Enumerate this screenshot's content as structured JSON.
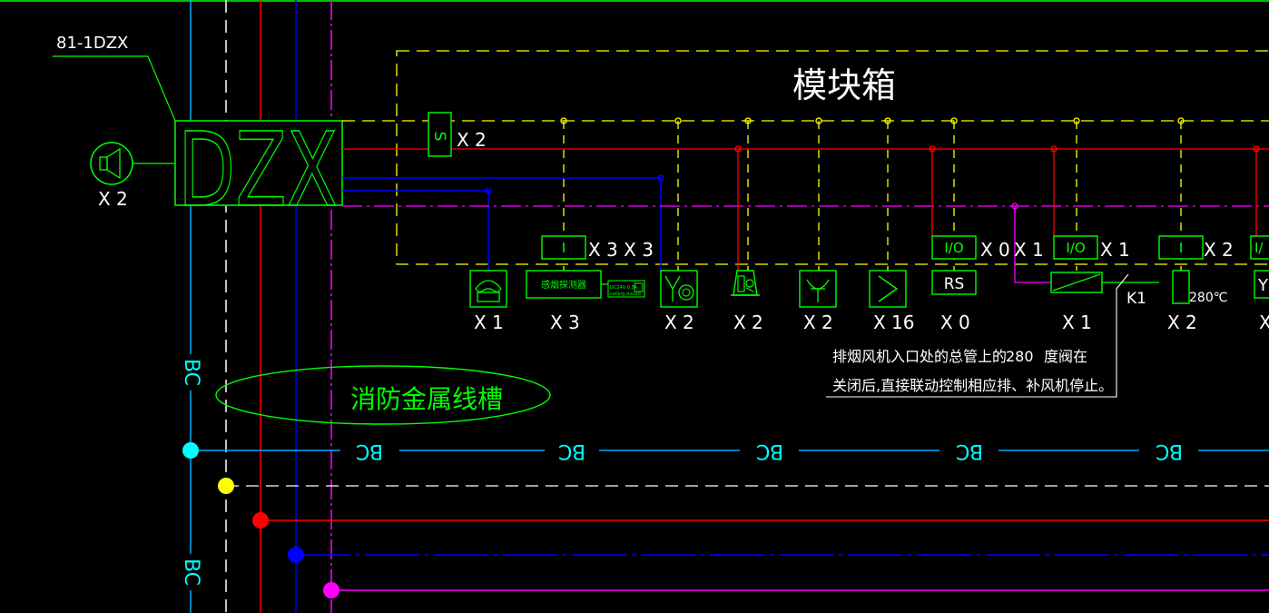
{
  "colors": {
    "background": "#000000",
    "green": "#00ff00",
    "yellow": "#ffff00",
    "red": "#ff0000",
    "blue": "#0000ff",
    "magenta": "#ff00ff",
    "cyan": "#00ffff",
    "white": "#ffffff"
  },
  "panel": {
    "tag": "81-1DZX",
    "big_label": "DZX"
  },
  "speaker": {
    "icon": "speaker-icon",
    "count": "X 2"
  },
  "module_box": {
    "title": "模块箱"
  },
  "s_module": {
    "symbol": "S",
    "count": "X 2"
  },
  "modules": [
    {
      "text": "I",
      "count": "X 3 X 3"
    },
    {
      "text": "I/O",
      "count": "X 0"
    },
    {
      "text": "I/O",
      "count": "X 1"
    },
    {
      "text": "I",
      "count": "X 2"
    },
    {
      "text": "I/"
    }
  ],
  "x1_middle": "X 1",
  "rs": "RS",
  "devices": [
    {
      "icon": "telephone-jack-icon",
      "count": "X 1"
    },
    {
      "icon": "smoke-detector-icon",
      "label": "感烟探测器",
      "small_line1": "DC24V 0.5A",
      "small_line2": "ceiling mount",
      "count": "X 3"
    },
    {
      "icon": "handheld-alarm-button-icon",
      "count": "X 2"
    },
    {
      "icon": "fire-hydrant-button-icon",
      "count": "X 2"
    },
    {
      "icon": "sprinkler-flow-switch-icon",
      "count": "X 2"
    },
    {
      "icon": "sound-light-alarm-icon",
      "count": "X 16"
    },
    {
      "icon": "rs-module-icon",
      "count": "X 0"
    },
    {
      "icon": "motorized-valve-icon",
      "count": "X 1"
    },
    {
      "icon": "fire-damper-icon",
      "count": "X 2"
    },
    {
      "icon": "y-terminal-icon",
      "symbol": "Y",
      "count": "X"
    }
  ],
  "k1": "K1",
  "damper_temp": "280℃",
  "note": {
    "line1_a": "排烟风机入口处的总管上的",
    "line1_num": "280",
    "line1_b": "度阀在",
    "line2": "关闭后,直接联动控制相应排、补风机停止。"
  },
  "trunking": {
    "label": "消防金属线槽"
  },
  "bus_label": "BC"
}
